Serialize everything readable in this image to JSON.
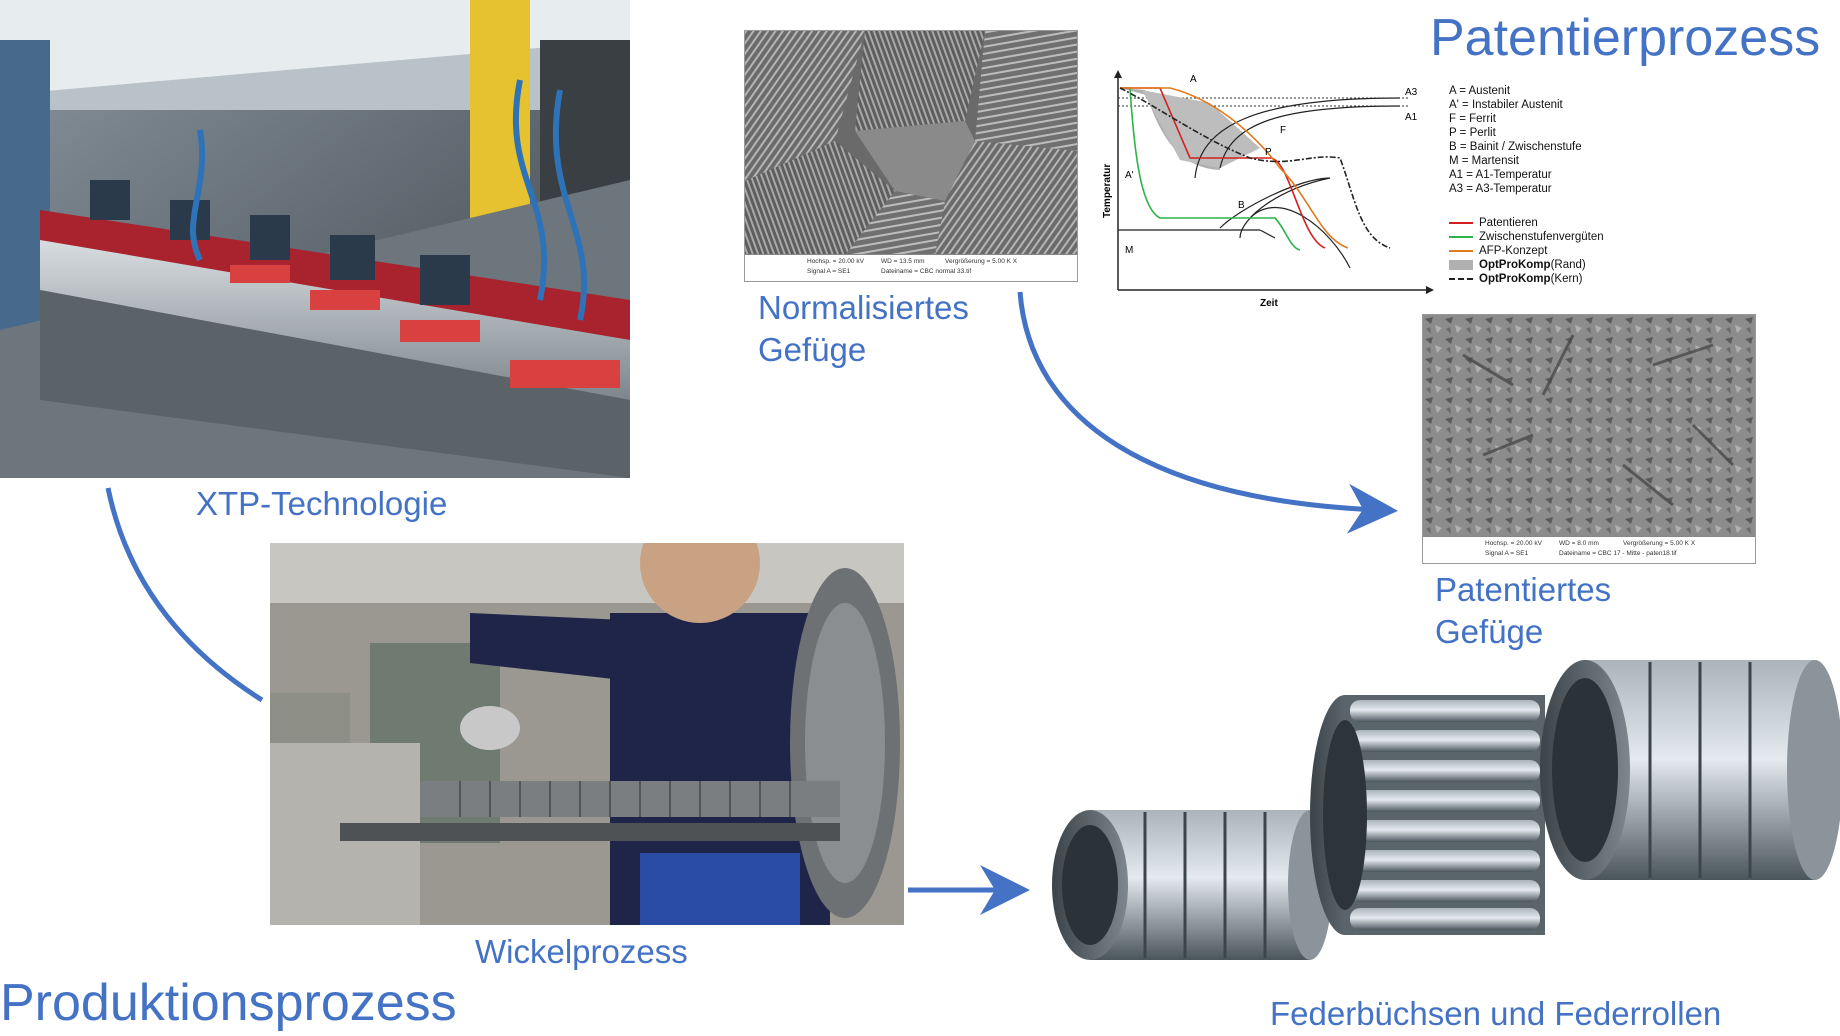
{
  "titles": {
    "patentierprozess": "Patentierprozess",
    "produktionsprozess": "Produktionsprozess"
  },
  "captions": {
    "xtp": "XTP-Technologie",
    "normalisiert_line1": "Normalisiertes",
    "normalisiert_line2": "Gefüge",
    "patentiert_line1": "Patentiertes",
    "patentiert_line2": "Gefüge",
    "wickel": "Wickelprozess",
    "federbuechsen": "Federbüchsen und Federrollen"
  },
  "diagram": {
    "y_label": "Temperatur",
    "x_label": "Zeit",
    "region_labels": [
      "A",
      "A'",
      "F",
      "P",
      "B",
      "M",
      "A3",
      "A1"
    ],
    "definitions": [
      "A = Austenit",
      "A' = Instabiler Austenit",
      "F = Ferrit",
      "P = Perlit",
      "B = Bainit / Zwischenstufe",
      "M = Martensit",
      "A1 = A1-Temperatur",
      "A3 = A3-Temperatur"
    ],
    "legend": [
      {
        "label": "Patentieren",
        "bold": "",
        "suffix": "",
        "color": "#d42020",
        "style": "line"
      },
      {
        "label": "Zwischenstufenvergüten",
        "bold": "",
        "suffix": "",
        "color": "#2db34a",
        "style": "line"
      },
      {
        "label": "AFP-Konzept",
        "bold": "",
        "suffix": "",
        "color": "#e07b20",
        "style": "line"
      },
      {
        "label": "",
        "bold": "OptProKomp",
        "suffix": " (Rand)",
        "color": "#b0b0b0",
        "style": "area"
      },
      {
        "label": "",
        "bold": "OptProKomp",
        "suffix": " (Kern)",
        "color": "#222222",
        "style": "dashdot"
      }
    ]
  },
  "sem_normal": {
    "meta1": "Hochsp. = 20.00 kV",
    "meta2": "WD = 13.5 mm",
    "meta3": "Vergrößerung = 5.00 K X",
    "meta4": "Signal A = SE1",
    "meta5": "Dateiname = CBC normal 33.tif"
  },
  "sem_patent": {
    "meta1": "Hochsp. = 20.00 kV",
    "meta2": "WD = 8.0 mm",
    "meta3": "Vergrößerung = 5.00 K X",
    "meta4": "Signal A = SE1",
    "meta5": "Dateiname = CBC 17 - Mitte - paten18.tif"
  },
  "colors": {
    "accent": "#4472c4",
    "arrow": "#4472c4"
  }
}
